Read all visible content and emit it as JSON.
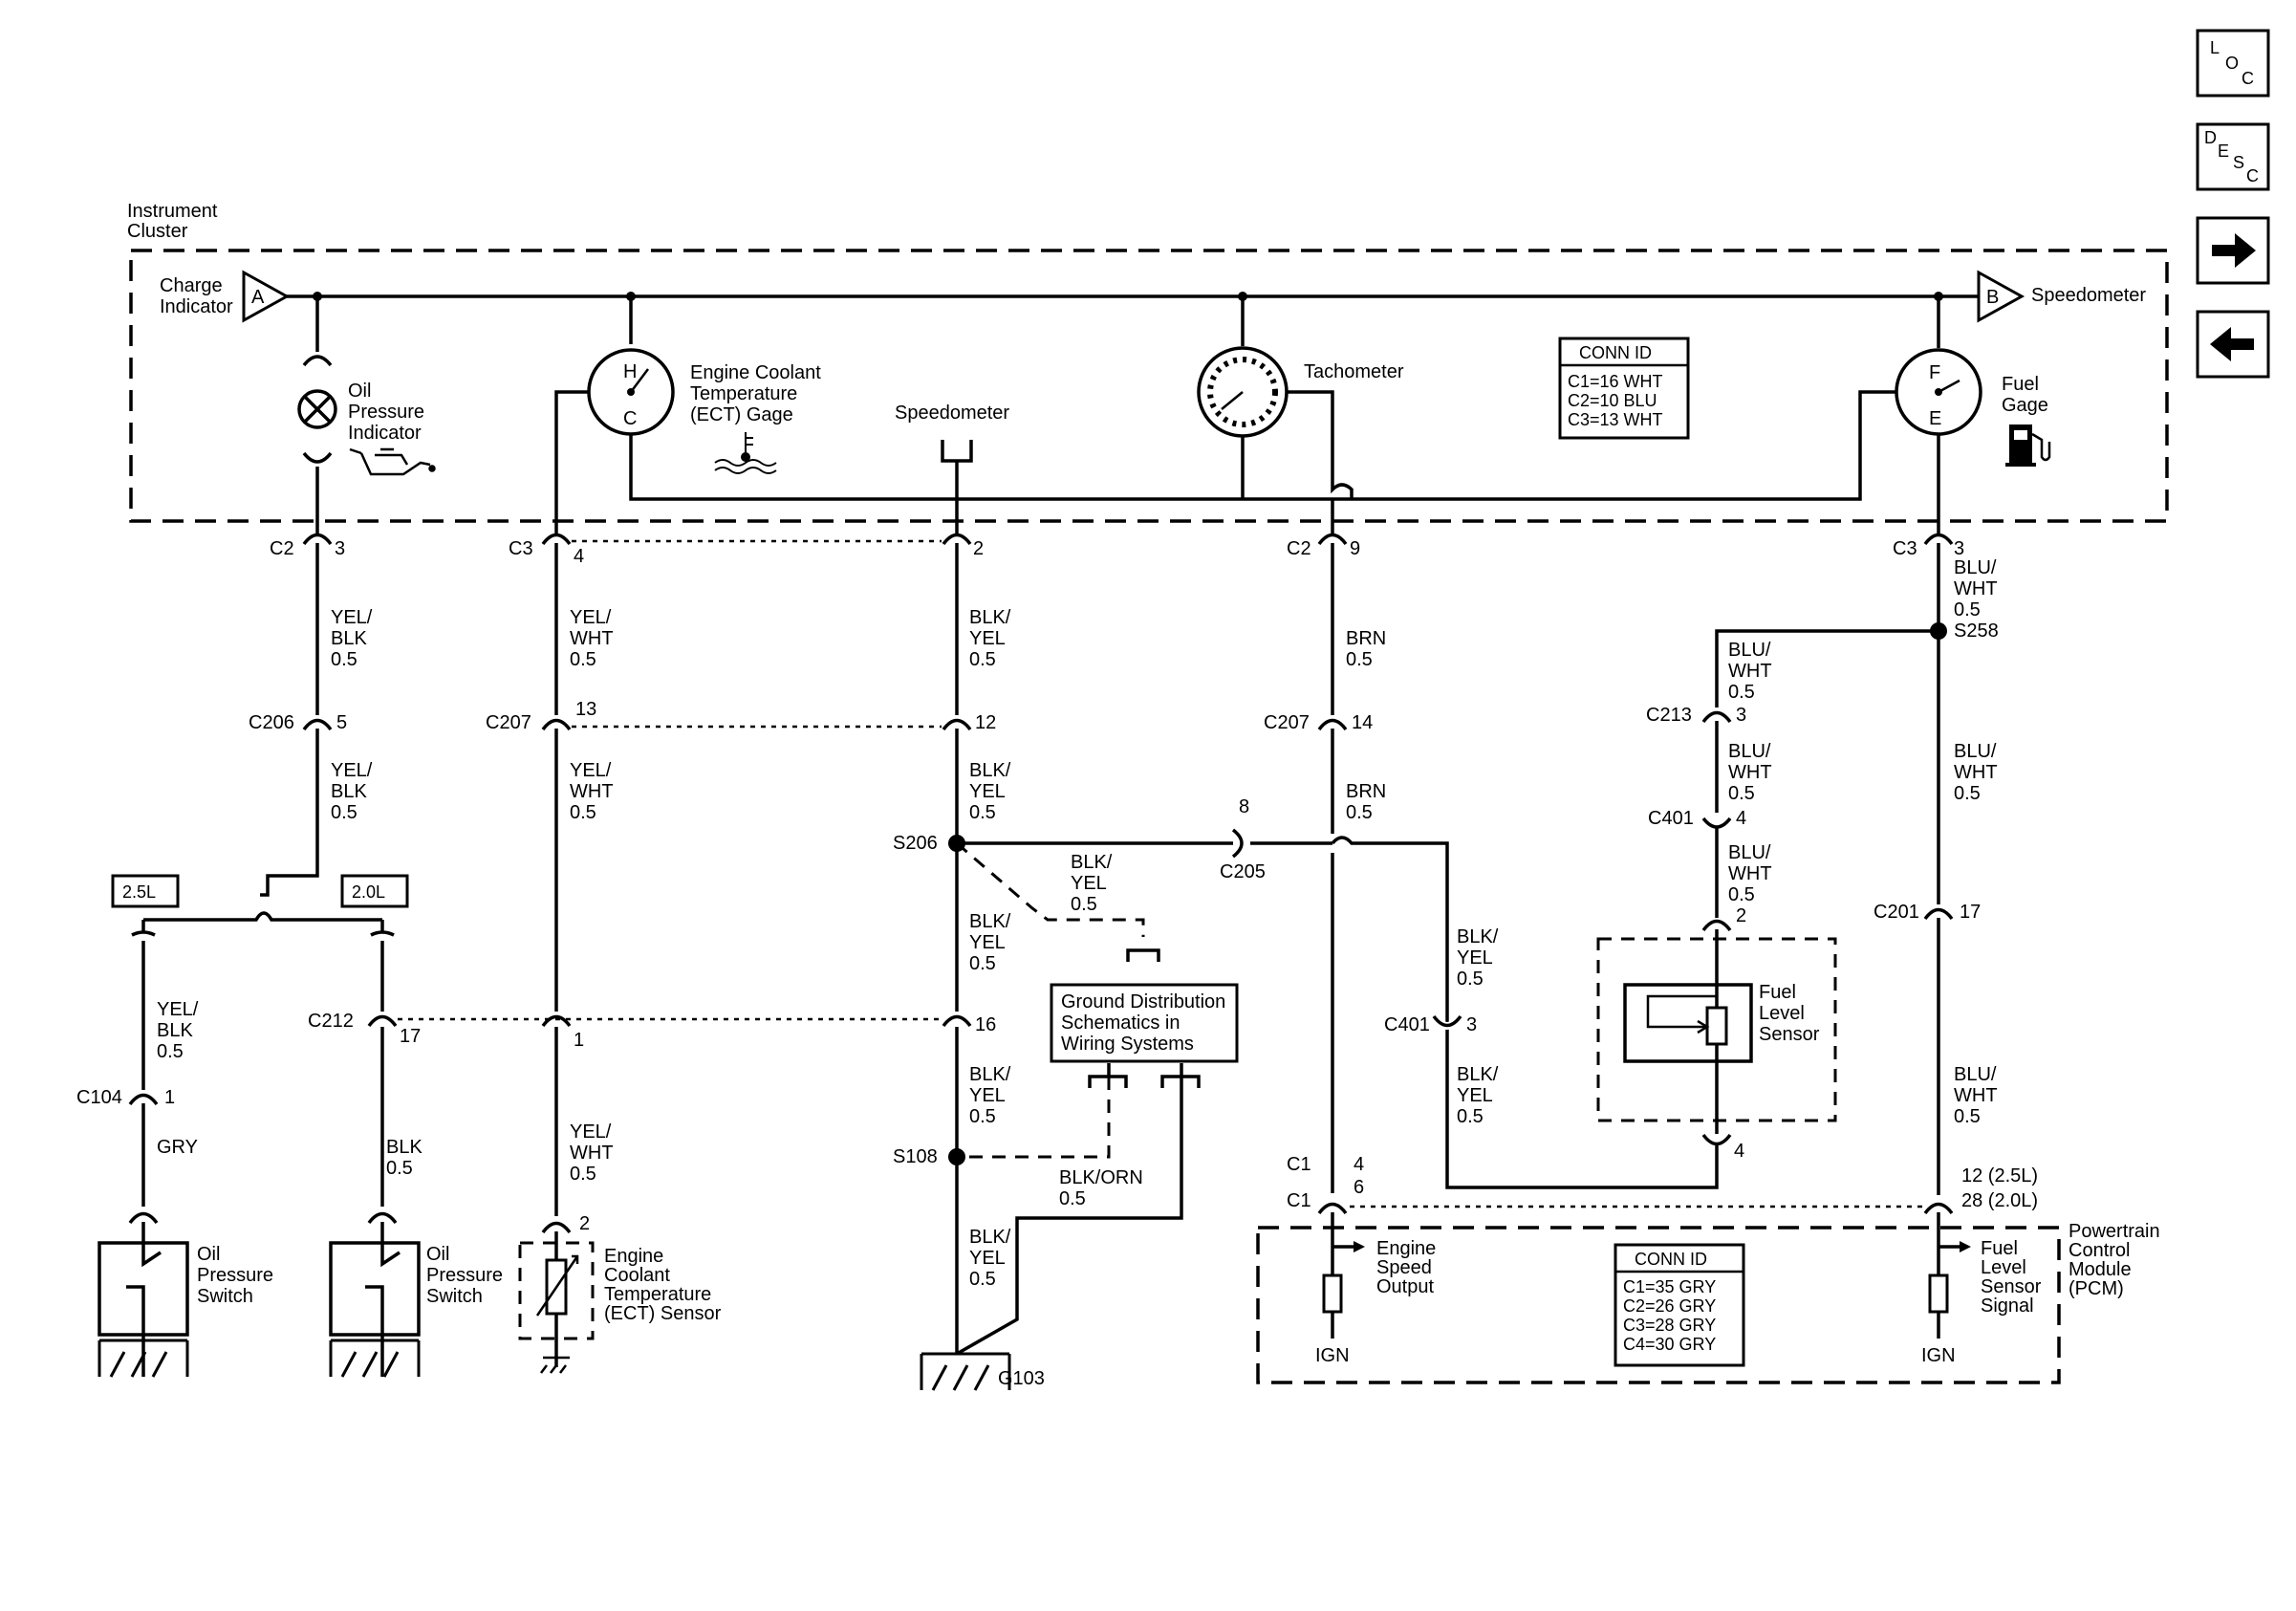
{
  "nav": {
    "loc": [
      "L",
      "O",
      "C"
    ],
    "desc": [
      "D",
      "E",
      "S",
      "C"
    ]
  },
  "cluster": {
    "title_lines": [
      "Instrument",
      "Cluster"
    ],
    "charge_lines": [
      "Charge",
      "Indicator"
    ],
    "tri_a": "A",
    "tri_b": "B",
    "speedo_right": "Speedometer",
    "oil_lines": [
      "Oil",
      "Pressure",
      "Indicator"
    ],
    "ect_gage_lines": [
      "Engine Coolant",
      "Temperature",
      "(ECT) Gage"
    ],
    "gage_h": "H",
    "gage_c": "C",
    "speedo_mid": "Speedometer",
    "tach": "Tachometer",
    "fuel_lines": [
      "Fuel",
      "Gage"
    ],
    "gage_f": "F",
    "gage_e": "E",
    "conn_title": "CONN ID",
    "conn_lines": [
      "C1=16 WHT",
      "C2=10 BLU",
      "C3=13 WHT"
    ]
  },
  "connectors": {
    "c2_a": "C2",
    "c2_a_pin": "3",
    "c3_a": "C3",
    "c3_a_pin": "4",
    "c3_b_pin": "2",
    "c2_b": "C2",
    "c2_b_pin": "9",
    "c3_c": "C3",
    "c3_c_pin": "3",
    "c206": "C206",
    "c206_pin": "5",
    "c207_a": "C207",
    "c207_a_pin": "13",
    "c207_b_pin": "12",
    "c207_c": "C207",
    "c207_c_pin": "14",
    "c213": "C213",
    "c213_pin": "3",
    "c401_a": "C401",
    "c401_a_pin": "4",
    "c205": "C205",
    "c205_pin": "8",
    "c212": "C212",
    "c212_pin": "17",
    "c212_pin_ect": "1",
    "c212_pin_mid": "16",
    "c104": "C104",
    "c104_pin": "1",
    "c201": "C201",
    "c201_pin": "17",
    "c401_b": "C401",
    "c401_b_pin": "3",
    "sensor_top_pin": "2",
    "sensor_bot_pin": "4",
    "ect_pin": "2",
    "c1_a": "C1",
    "c1_a_pin": "4",
    "c1_b": "C1",
    "c1_b_pin": "6",
    "pcm_pin_a": "12 (2.5L)",
    "pcm_pin_b": "28 (2.0L)"
  },
  "splices": {
    "s258": "S258",
    "s206": "S206",
    "s108": "S108",
    "g103": "G103"
  },
  "wires": {
    "yel_blk": [
      "YEL/",
      "BLK",
      "0.5"
    ],
    "yel_wht": [
      "YEL/",
      "WHT",
      "0.5"
    ],
    "blk_yel": [
      "BLK/",
      "YEL",
      "0.5"
    ],
    "brn": [
      "BRN",
      "0.5"
    ],
    "blu_wht": [
      "BLU/",
      "WHT",
      "0.5"
    ],
    "gry": "GRY",
    "blk": [
      "BLK",
      "0.5"
    ],
    "blk_orn": [
      "BLK/ORN",
      "0.5"
    ]
  },
  "engine_opts": {
    "a": "2.5L",
    "b": "2.0L"
  },
  "components": {
    "oil_switch_lines": [
      "Oil",
      "Pressure",
      "Switch"
    ],
    "ect_sensor_lines": [
      "Engine",
      "Coolant",
      "Temperature",
      "(ECT) Sensor"
    ],
    "ground_lines": [
      "Ground Distribution",
      "Schematics in",
      "Wiring Systems"
    ],
    "fuel_sensor_lines": [
      "Fuel",
      "Level",
      "Sensor"
    ]
  },
  "pcm": {
    "title_lines": [
      "Powertrain",
      "Control",
      "Module",
      "(PCM)"
    ],
    "engine_speed_lines": [
      "Engine",
      "Speed",
      "Output"
    ],
    "fuel_signal_lines": [
      "Fuel",
      "Level",
      "Sensor",
      "Signal"
    ],
    "ign_a": "IGN",
    "ign_b": "IGN",
    "conn_title": "CONN ID",
    "conn_lines": [
      "C1=35 GRY",
      "C2=26 GRY",
      "C3=28 GRY",
      "C4=30 GRY"
    ]
  }
}
